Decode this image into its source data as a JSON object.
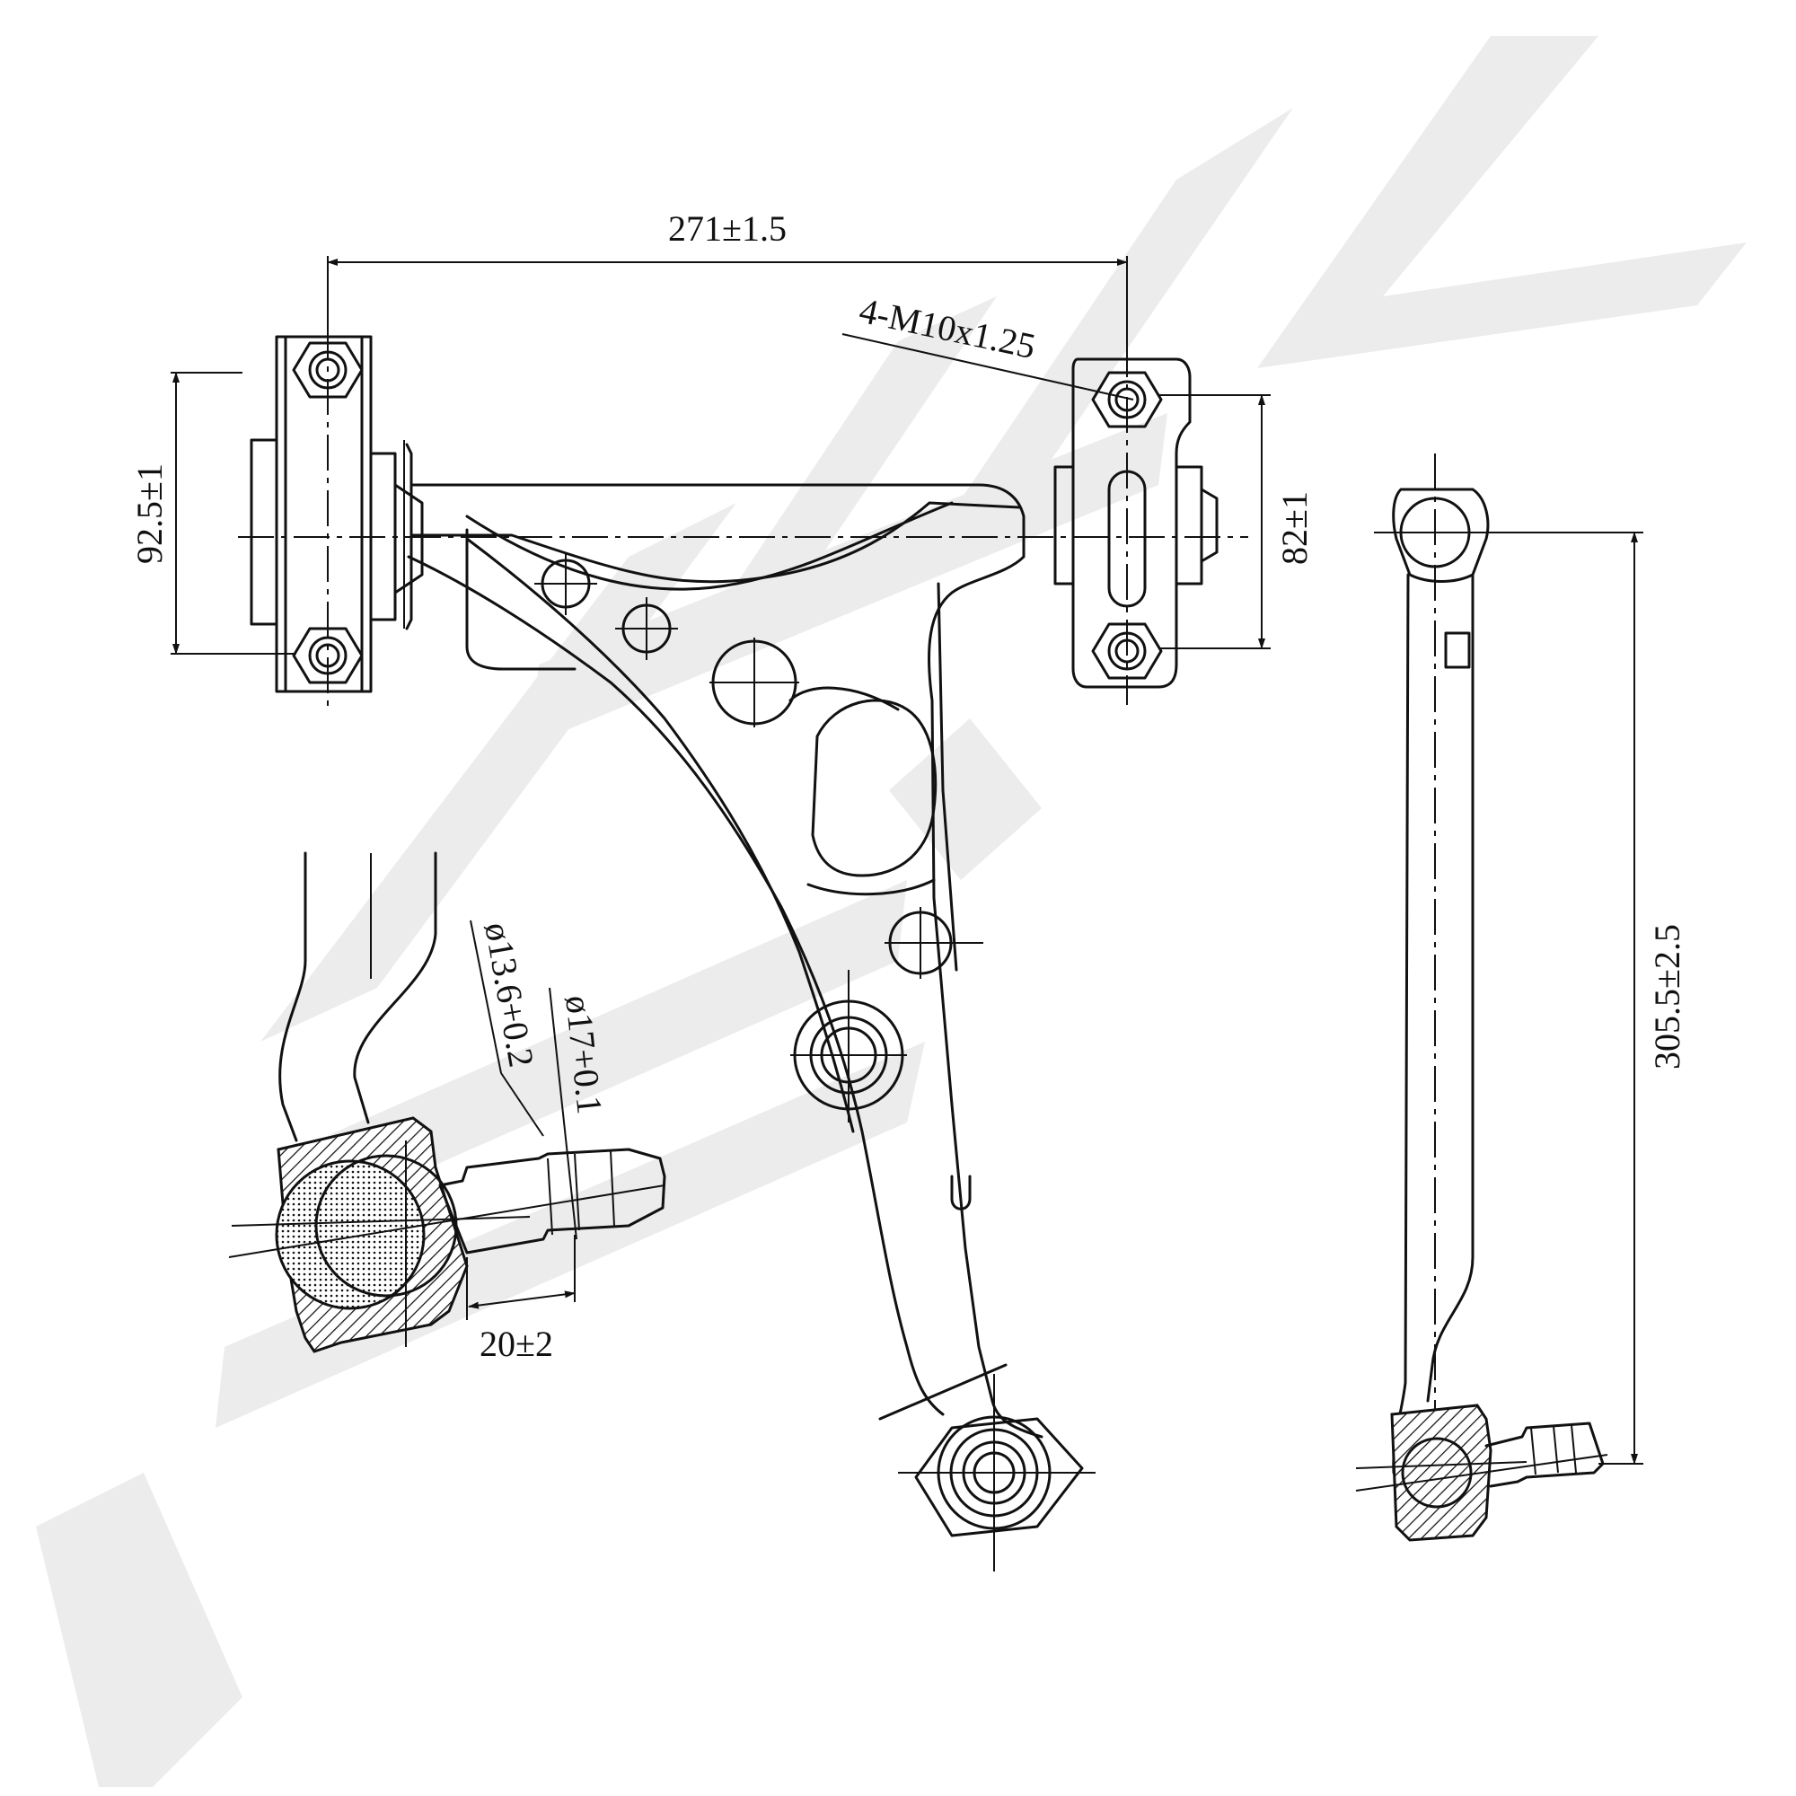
{
  "colors": {
    "line": "#111111",
    "watermark": "#ececec",
    "background": "#ffffff"
  },
  "dimensions": {
    "bushing_span": "271±1.5",
    "bolt_spec": "4-M10x1.25",
    "left_bolt_spacing": "92.5±1",
    "right_bolt_spacing": "82±1",
    "overall_length": "305.5±2.5",
    "stud_taper_dia": "ø13.6+0.2",
    "stud_thread_dia": "ø17+0.1",
    "stud_length": "20±2"
  },
  "watermark": {
    "icon": "brand-logo-watermark"
  }
}
